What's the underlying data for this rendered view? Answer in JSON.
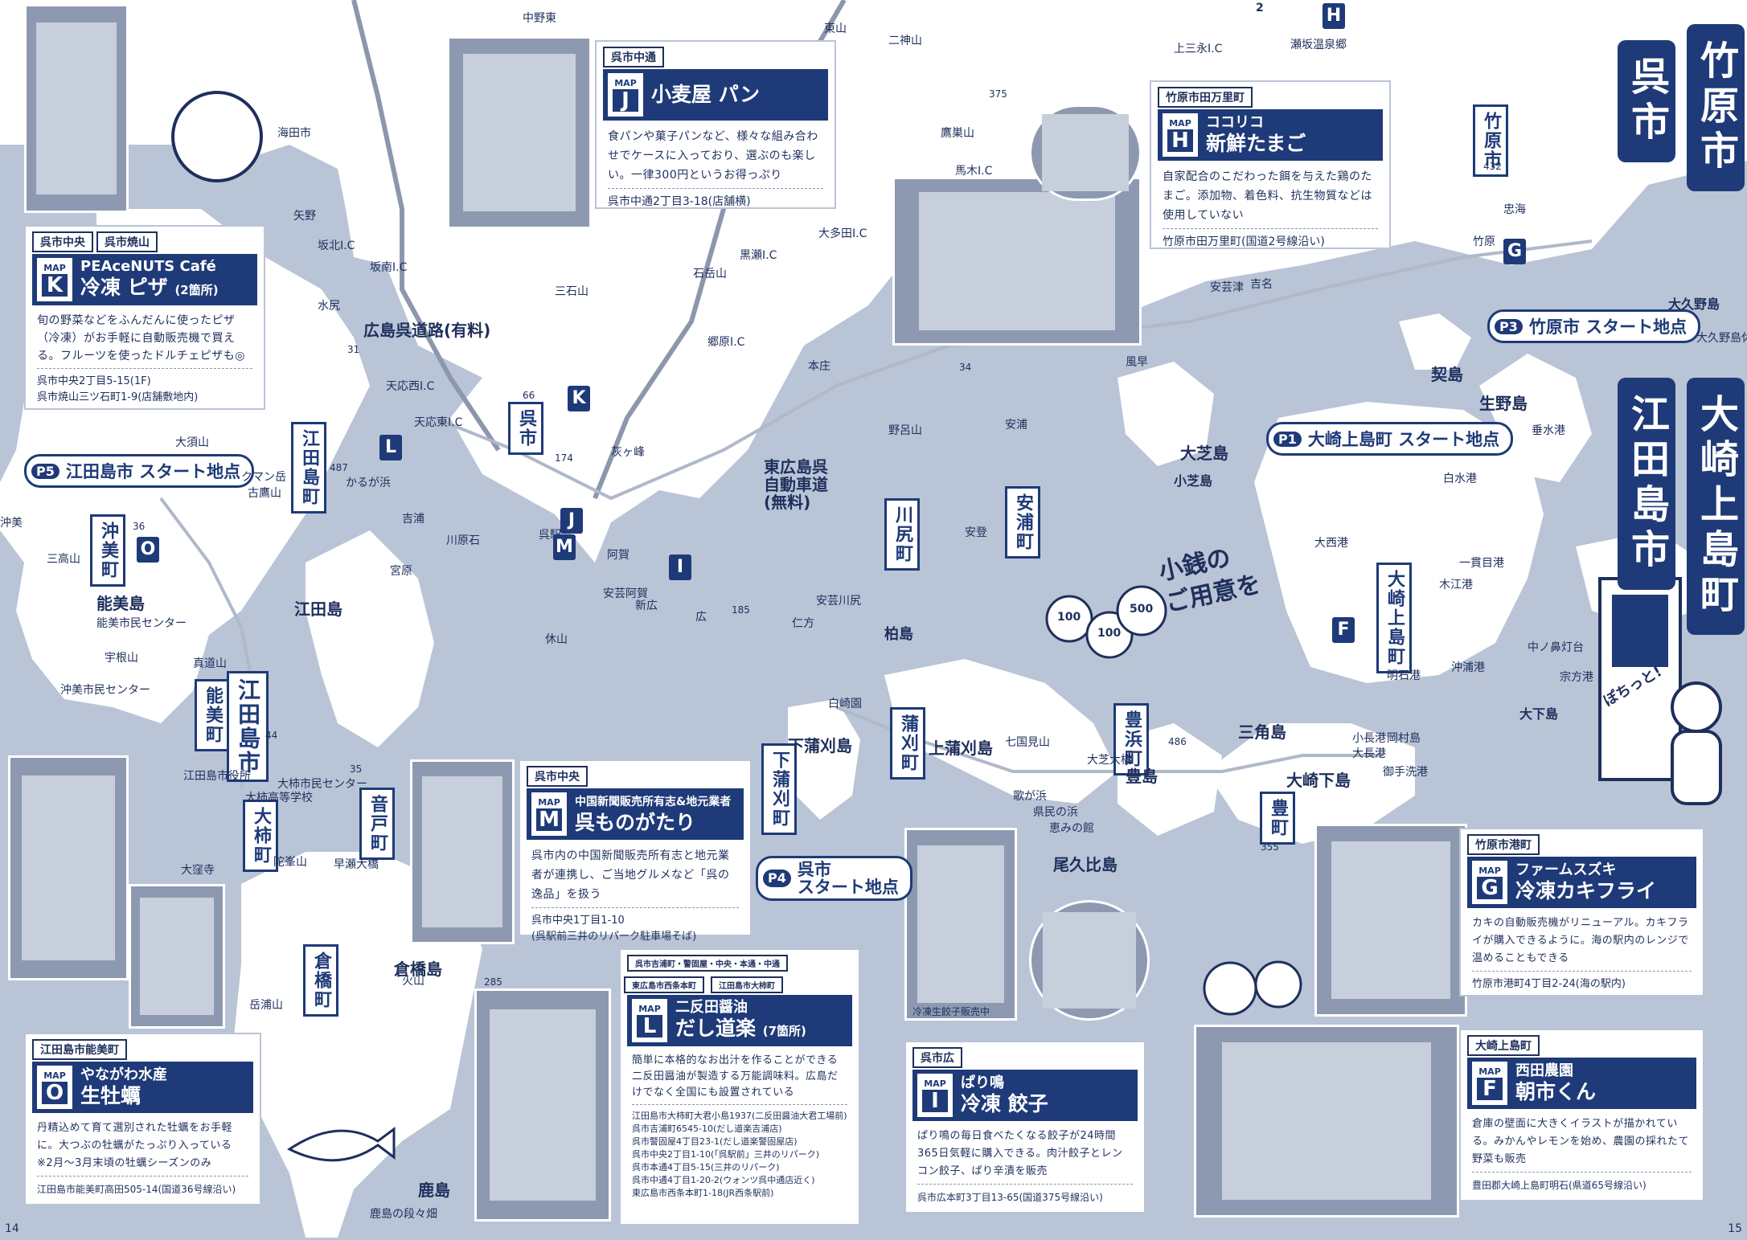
{
  "cities": {
    "kure": "呉市",
    "takehara": "竹原市",
    "etajima": "江田島市",
    "osakikamijima": "大崎上島町"
  },
  "start_points": [
    {
      "id": "P5",
      "label": "江田島市 スタート地点"
    },
    {
      "id": "P3",
      "label": "竹原市 スタート地点"
    },
    {
      "id": "P1",
      "label": "大崎上島町 スタート地点"
    },
    {
      "id": "P4",
      "label": "呉市\nスタート地点"
    }
  ],
  "cards": {
    "pizza": {
      "areas": [
        "呉市中央",
        "呉市焼山"
      ],
      "badge": "K",
      "title1": "PEAceNUTS Café",
      "title2": "冷凍 ピザ",
      "note": "(2箇所)",
      "desc": "旬の野菜などをふんだんに使ったピザ（冷凍）がお手軽に自動販売機で買える。フルーツを使ったドルチェピザも◎",
      "addr": [
        "呉市中央2丁目5-15(1F)",
        "呉市焼山三ツ石町1-9(店舗敷地内)"
      ]
    },
    "bread": {
      "areas": [
        "呉市中通"
      ],
      "badge": "J",
      "title1": "",
      "title2": "小麦屋 パン",
      "desc": "食パンや菓子パンなど、様々な組み合わせでケースに入っており、選ぶのも楽しい。一律300円というお得っぷり",
      "addr": [
        "呉市中通2丁目3-18(店舗横)"
      ]
    },
    "egg": {
      "areas": [
        "竹原市田万里町"
      ],
      "badge": "H",
      "title1": "ココリコ",
      "title2": "新鮮たまご",
      "desc": "自家配合のこだわった餌を与えた鶏のたまご。添加物、着色料、抗生物質などは使用していない",
      "addr": [
        "竹原市田万里町(国道2号線沿い)"
      ]
    },
    "kuremono": {
      "areas": [
        "呉市中央"
      ],
      "badge": "M",
      "title1": "中国新聞販売所有志&地元業者",
      "title2": "呉ものがたり",
      "desc": "呉市内の中国新聞販売所有志と地元業者が連携し、ご当地グルメなど「呉の逸品」を扱う",
      "addr": [
        "呉市中央1丁目1-10",
        "(呉駅前三井のリパーク駐車場そば)"
      ]
    },
    "dashi": {
      "areas": [
        "呉市吉浦町・警固屋・中央・本通・中通",
        "東広島市西条本町",
        "江田島市大柿町"
      ],
      "badge": "L",
      "title1": "二反田醤油",
      "title2": "だし道楽",
      "note": "(7箇所)",
      "desc": "簡単に本格的なお出汁を作ることができる二反田醤油が製造する万能調味料。広島だけでなく全国にも設置されている",
      "addr": [
        "江田島市大柿町大君小島1937(二反田醤油大君工場前)",
        "呉市吉浦町6545-10(だし道楽吉浦店)",
        "呉市警固屋4丁目23-1(だし道楽警固屋店)",
        "呉市中央2丁目1-10(「呉駅前」三井のリパーク)",
        "呉市本通4丁目5-15(三井のリパーク)",
        "呉市中通4丁目1-20-2(ウォンツ呉中通店近く)",
        "東広島市西条本町1-18(JR西条駅前)"
      ]
    },
    "gyoza": {
      "areas": [
        "呉市広"
      ],
      "badge": "I",
      "title1": "ぱり鳴",
      "title2": "冷凍 餃子",
      "desc": "ぱり鳴の毎日食べたくなる餃子が24時間365日気軽に購入できる。肉汁餃子とレンコン餃子、ぱり辛漬を販売",
      "addr": [
        "呉市広本町3丁目13-65(国道375号線沿い)"
      ]
    },
    "oyster": {
      "areas": [
        "江田島市能美町"
      ],
      "badge": "O",
      "title1": "やながわ水産",
      "title2": "生牡蠣",
      "desc": "丹精込めて育て選別された牡蠣をお手軽に。大つぶの牡蠣がたっぷり入っている ※2月〜3月末頃の牡蠣シーズンのみ",
      "addr": [
        "江田島市能美町高田505-14(国道36号線沿い)"
      ]
    },
    "kakifry": {
      "areas": [
        "竹原市港町"
      ],
      "badge": "G",
      "title1": "ファームスズキ",
      "title2": "冷凍カキフライ",
      "desc": "カキの自動販売機がリニューアル。カキフライが購入できるように。海の駅内のレンジで温めることもできる",
      "addr": [
        "竹原市港町4丁目2-24(海の駅内)"
      ]
    },
    "asaichi": {
      "areas": [
        "大崎上島町"
      ],
      "badge": "F",
      "title1": "西田農園",
      "title2": "朝市くん",
      "desc": "倉庫の壁面に大きくイラストが描かれている。みかんやレモンを始め、農園の採れたて野菜も販売",
      "addr": [
        "豊田郡大崎上島町明石(県道65号線沿い)"
      ]
    }
  },
  "map_labels": {
    "places_big": [
      "広島呉道路(有料)",
      "東広島呉\n自動車道\n(無料)",
      "大芝島",
      "小芝島",
      "生野島",
      "契島",
      "三角島",
      "大崎下島",
      "上蒲刈島",
      "豊島",
      "下蒲刈島",
      "倉橋島",
      "能美島",
      "江田島",
      "柏島",
      "大下島",
      "尾久比島",
      "鹿島"
    ],
    "places_small": [
      "中野東",
      "東山",
      "二神山",
      "上三永I.C",
      "瀬坂温泉郷",
      "海田市",
      "鷹巣山",
      "馬木I.C",
      "矢野",
      "坂北I.C",
      "坂南I.C",
      "水尻",
      "天応西I.C",
      "天応東I.C",
      "呉駅",
      "吉浦",
      "川原石",
      "宮原",
      "かるが浜",
      "大須山",
      "クマン岳",
      "古鷹山",
      "沖美",
      "三高山",
      "能美市民センター",
      "沖美市民センター",
      "宇根山",
      "真道山",
      "江田島市役所",
      "大柿高等学校",
      "大柿市民センター",
      "大窪寺",
      "陀峯山",
      "早瀬大橋",
      "岳浦山",
      "火山",
      "鹿島の段々畑",
      "仁方",
      "広",
      "阿賀",
      "新広",
      "安芸阿賀",
      "休山",
      "灰ヶ峰",
      "野呂山",
      "安浦",
      "安登",
      "安芸川尻",
      "白崎園",
      "七国見山",
      "大芝大橋",
      "安芸津",
      "吉名",
      "風早",
      "黒瀬I.C",
      "郷原I.C",
      "本庄",
      "石岳山",
      "三石山",
      "大多田I.C",
      "竹原",
      "忠海",
      "大久野島",
      "大久野島休暇村",
      "白水港",
      "垂水港",
      "明石港",
      "中ノ鼻灯台",
      "沖浦港",
      "宗方港",
      "大西港",
      "木江港",
      "一貫目港",
      "御手洗港",
      "大長港",
      "小長港",
      "岡村島",
      "恵みの館",
      "歌が浜",
      "県民の浜"
    ],
    "roads": [
      "2",
      "375",
      "31",
      "174",
      "66",
      "185",
      "34",
      "487",
      "36",
      "44",
      "35",
      "285",
      "486",
      "355",
      "432"
    ],
    "muni": [
      "呉市",
      "竹原市",
      "江田島町",
      "沖美町",
      "能美町",
      "江田島市",
      "大柿町",
      "音戸町",
      "倉橋町",
      "川尻町",
      "安浦町",
      "安芸津",
      "豊浜町",
      "豊町",
      "蒲刈町",
      "下蒲刈町",
      "大崎上島町"
    ]
  },
  "handwriting": {
    "coins": "小銭の\nご用意を",
    "pochi": "ぽちっと!",
    "coin_values": [
      "100",
      "100",
      "500"
    ]
  },
  "pages": {
    "left": "14",
    "right": "15"
  },
  "photo_caption": "冷凍生餃子販売中"
}
